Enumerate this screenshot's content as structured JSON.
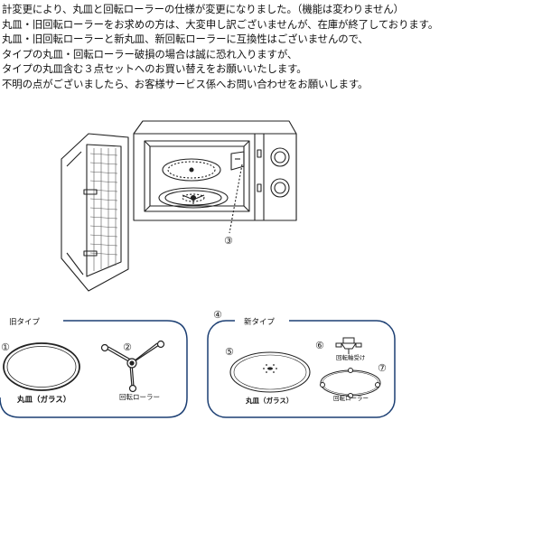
{
  "notice": {
    "lines": [
      "計変更により、丸皿と回転ローラーの仕様が変更になりました。（機能は変わりません）",
      "丸皿・旧回転ローラーをお求めの方は、大変申し訳ございませんが、在庫が終了しております。",
      "丸皿・旧回転ローラーと新丸皿、新回転ローラーに互換性はございませんので、",
      "タイプの丸皿・回転ローラー破損の場合は誠に恐れ入りますが、",
      "タイプの丸皿含む３点セットへのお買い替えをお願いいたします。",
      "不明の点がございましたら、お客様サービス係へお問い合わせをお願いします。"
    ]
  },
  "microwave": {
    "callout_number": "③"
  },
  "old_type": {
    "label": "旧タイプ",
    "items": [
      {
        "number": "①",
        "caption": "丸皿（ガラス）"
      },
      {
        "number": "②",
        "caption": "回転ローラー"
      }
    ]
  },
  "new_type": {
    "label": "新タイプ",
    "number": "④",
    "items": [
      {
        "number": "⑤",
        "caption": "丸皿（ガラス）"
      },
      {
        "number": "⑥",
        "caption": "回転軸受け"
      },
      {
        "number": "⑦",
        "caption": "回転ローラー"
      }
    ]
  },
  "colors": {
    "frame_border": "#1c3f73",
    "line_art": "#222222"
  }
}
